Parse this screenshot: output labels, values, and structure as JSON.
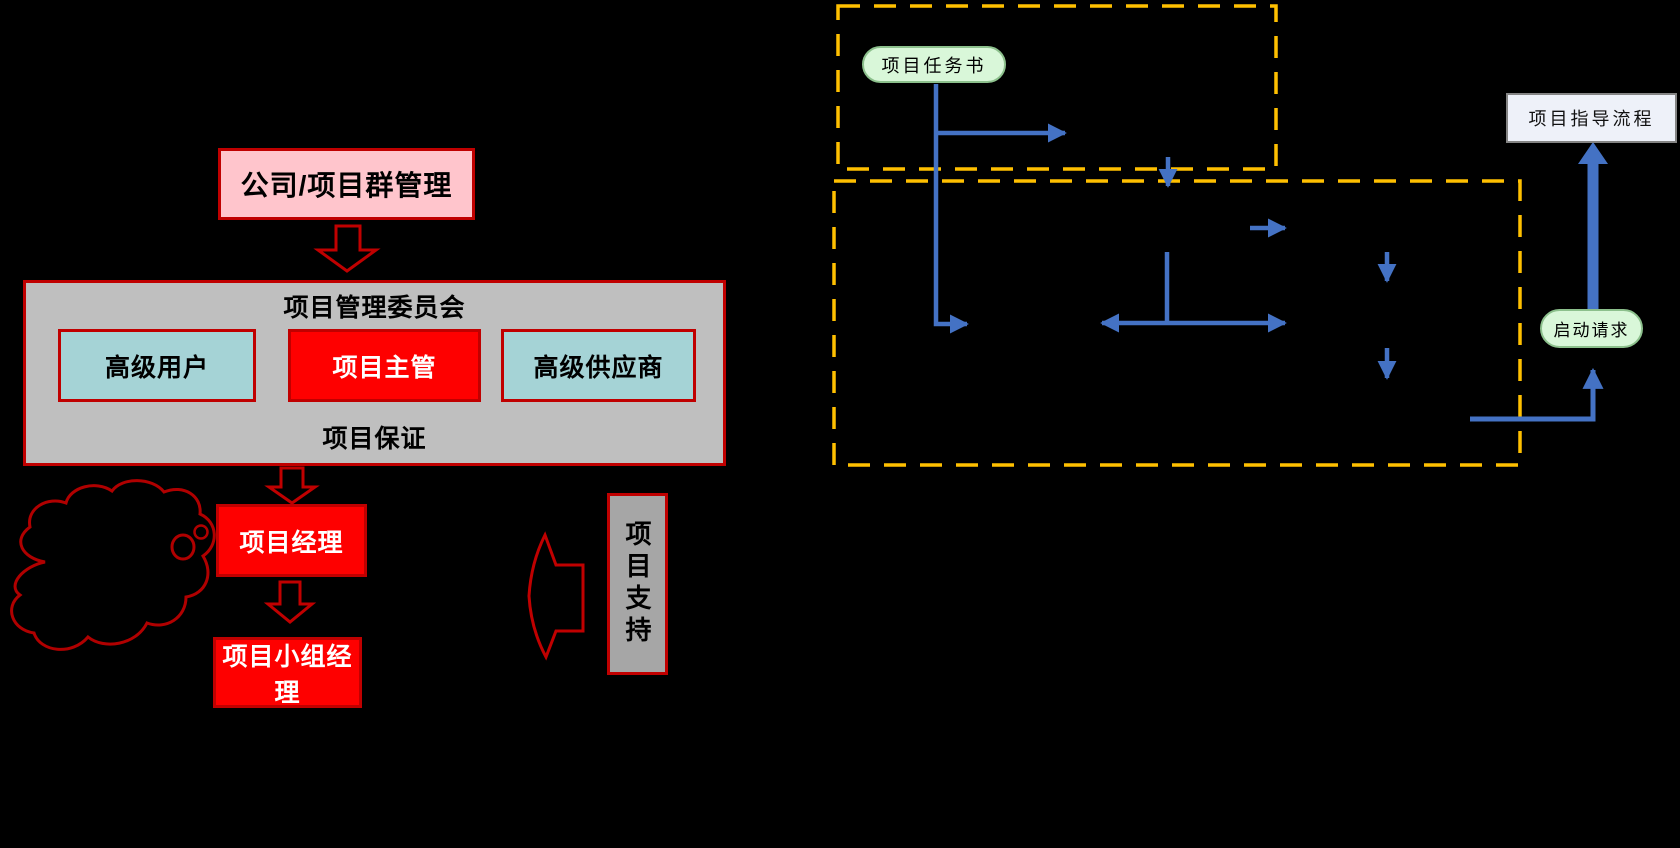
{
  "org_chart": {
    "corporate_label": "公司/项目群管理",
    "board_title": "项目管理委员会",
    "roles": [
      {
        "label": "高级用户"
      },
      {
        "label": "项目主管"
      },
      {
        "label": "高级供应商"
      }
    ],
    "assurance_label": "项目保证",
    "project_manager_label": "项目经理",
    "team_manager_label": "项目小组经理",
    "support_label": "项目支持"
  },
  "process_flow": {
    "mandate_label": "项目任务书",
    "directing_label": "项目指导流程",
    "request_label": "启动请求"
  },
  "colors": {
    "background": "#000000",
    "dark_red_border": "#c00000",
    "red_fill": "#fe0000",
    "pink_fill": "#ffc5cc",
    "board_gray": "#bfbfbf",
    "support_gray": "#a6a6a6",
    "teal_fill": "#a5d3d6",
    "flow_blue": "#4472c4",
    "stage_dash_yellow": "#ffc000",
    "pill_green_fill": "#d9f7d9",
    "pill_green_border": "#8cc08c",
    "directing_fill": "#eef1f9"
  }
}
